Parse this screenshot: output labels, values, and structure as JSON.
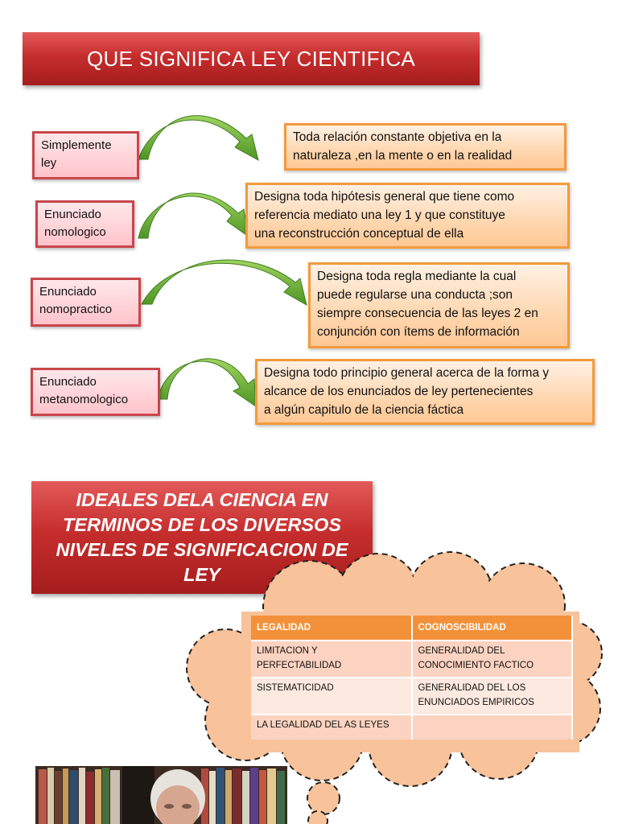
{
  "title": "QUE SIGNIFICA LEY CIENTIFICA",
  "rows": [
    {
      "term_lines": [
        "Simplemente",
        "ley"
      ],
      "definition_lines": [
        "Toda relación constante objetiva en la",
        "naturaleza ,en la mente o en la realidad"
      ]
    },
    {
      "term_lines": [
        "Enunciado",
        "nomologico"
      ],
      "definition_lines": [
        "Designa toda hipótesis general que tiene como",
        "referencia mediato una ley 1 y que  constituye",
        "una reconstrucción conceptual de ella"
      ]
    },
    {
      "term_lines": [
        "Enunciado",
        "nomopractico"
      ],
      "definition_lines": [
        "Designa toda regla  mediante la cual",
        "puede regularse una conducta ;son",
        "siempre consecuencia de las leyes 2 en",
        "conjunción con  ítems de información"
      ]
    },
    {
      "term_lines": [
        "Enunciado",
        "metanomologico"
      ],
      "definition_lines": [
        "Designa todo principio general acerca de la forma y",
        "alcance  de los enunciados  de ley pertenecientes",
        "a algún capitulo de la ciencia fáctica"
      ]
    }
  ],
  "ideals_title_lines": [
    "IDEALES DELA CIENCIA EN",
    "TERMINOS DE LOS DIVERSOS",
    "NIVELES DE SIGNIFICACION DE",
    "LEY"
  ],
  "table": {
    "headers": [
      "LEGALIDAD",
      "COGNOSCIBILIDAD"
    ],
    "rows": [
      [
        [
          "LIMITACION Y",
          "PERFECTABILIDAD"
        ],
        [
          "GENERALIDAD DEL",
          "CONOCIMIENTO FACTICO"
        ]
      ],
      [
        [
          "SISTEMATICIDAD"
        ],
        [
          "GENERALIDAD DEL LOS",
          "ENUNCIADOS EMPIRICOS"
        ]
      ],
      [
        [
          "LA LEGALIDAD DEL AS LEYES"
        ],
        [
          ""
        ]
      ]
    ]
  },
  "colors": {
    "banner_red": "#c62d2d",
    "term_border": "#c9464b",
    "definition_border": "#f29a3c",
    "arrow_green": "#5aa02c",
    "cloud_fill": "#f8c29a",
    "table_header": "#f3913a"
  }
}
